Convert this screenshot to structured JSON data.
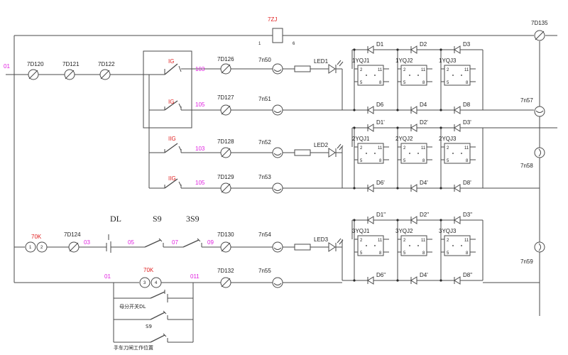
{
  "colors": {
    "line": "#4a4a4a",
    "text": "#222222",
    "device_label": "#e02020",
    "wire_number": "#e020e0"
  },
  "top": {
    "relay": "7ZJ",
    "pin_left": "1",
    "pin_right": "6",
    "right_terminal": "7D135"
  },
  "row1": {
    "source": "01",
    "t1": "7D120",
    "t2": "7D121",
    "t3": "7D122",
    "switch": "IG",
    "wire": "103",
    "t4": "7D126",
    "lamp": "7n50",
    "led": "LED1"
  },
  "row2": {
    "switch": "IG",
    "wire": "105",
    "t4": "7D127",
    "lamp": "7n51"
  },
  "row3": {
    "switch": "IIG",
    "wire": "103",
    "t4": "7D128",
    "lamp": "7n52",
    "led": "LED2"
  },
  "row4": {
    "switch": "IIG",
    "wire": "105",
    "t4": "7D129",
    "lamp": "7n53"
  },
  "row5": {
    "device": "70K",
    "pin1": "1",
    "pin2": "2",
    "t1": "7D124",
    "w1": "03",
    "dl": "DL",
    "w2": "05",
    "s9": "S9",
    "w3": "07",
    "s39": "3S9",
    "w4": "09",
    "t2": "7D130",
    "lamp": "7n54",
    "led": "LED3"
  },
  "row6": {
    "w1": "01",
    "device": "70K",
    "pin3": "3",
    "pin4": "4",
    "w2": "011",
    "t1": "7D132",
    "lamp": "7n55"
  },
  "legend": {
    "busbar": "母分开关DL",
    "s9": "S9",
    "cart": "手车刀闸工作位置"
  },
  "lamps_right": {
    "l1": "7n57",
    "l2": "7n58",
    "l3": "7n59"
  },
  "group1": {
    "diodes_top": [
      "D1",
      "D2",
      "D3"
    ],
    "diodes_bottom": [
      "D6",
      "D4",
      "D8"
    ],
    "modules": [
      "1YQJ1",
      "1YQJ2",
      "1YQJ3"
    ]
  },
  "group2": {
    "diodes_top": [
      "D1'",
      "D2'",
      "D3'"
    ],
    "diodes_bottom": [
      "D6'",
      "D4'",
      "D8'"
    ],
    "modules": [
      "2YQJ1",
      "2YQJ2",
      "2YQJ3"
    ]
  },
  "group3": {
    "diodes_top": [
      "D1\"",
      "D2\"",
      "D3\""
    ],
    "diodes_bottom": [
      "D6\"",
      "D4'",
      "D8\""
    ],
    "modules": [
      "3YQJ1",
      "3YQJ2",
      "3YQJ3"
    ]
  },
  "pins": {
    "p2": "2",
    "p5": "5",
    "p11": "11",
    "p8": "8"
  }
}
